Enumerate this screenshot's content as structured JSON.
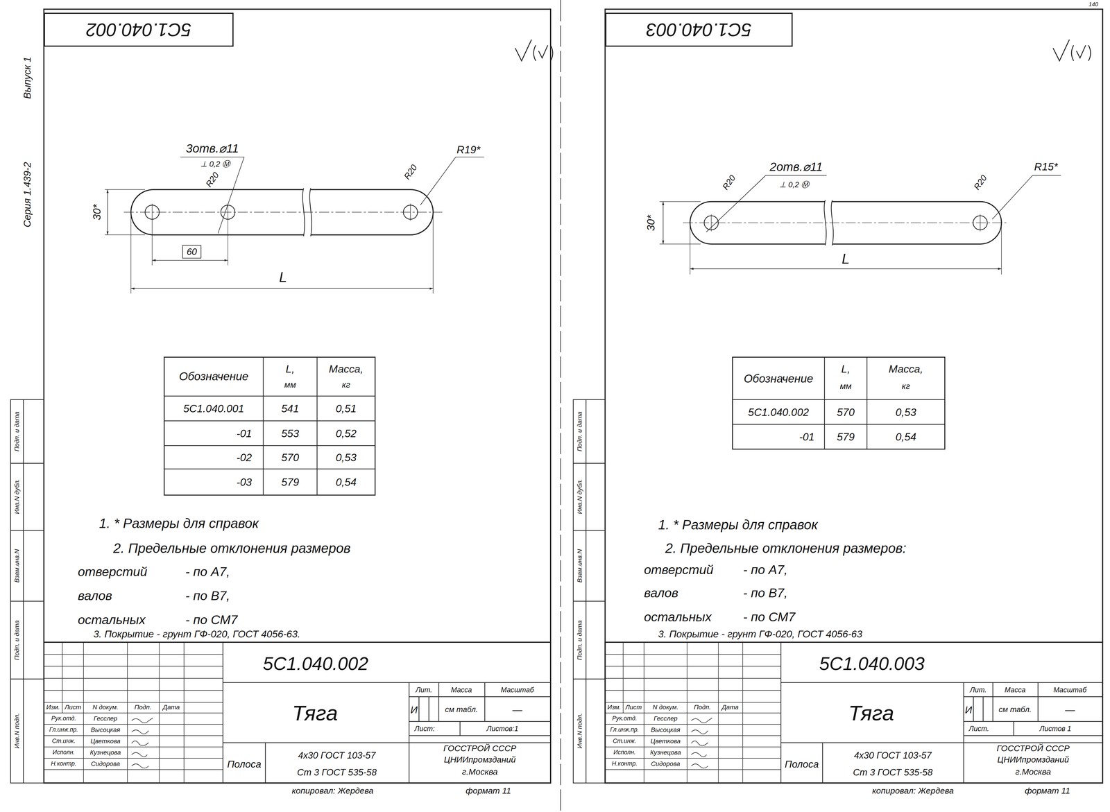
{
  "diagram": {
    "nodes": [
      {
        "text": [
          "5С1.040.002"
        ]
      },
      {
        "text": [
          "5С1.040.003"
        ]
      }
    ],
    "labels": [
      "3отв.⌀11",
      "⊥ 0,2 Ⓜ",
      "R20",
      "R20",
      "R19*",
      "30*",
      "60",
      "L",
      "Обозначение",
      "L,",
      "мм",
      "Масса,",
      "кг",
      "5С1.040.001",
      "541",
      "0,51",
      "-01",
      "553",
      "0,52",
      "-02",
      "570",
      "0,53",
      "-03",
      "579",
      "0,54",
      "1. * Размеры для справок",
      "2. Предельные отклонения размеров",
      "отверстий",
      "- по А7,",
      "валов",
      "- по В7,",
      "остальных",
      "- по СМ7",
      "3. Покрытие - грунт ГФ-020, ГОСТ 4056-63.",
      "5С1.040.002",
      "Изм.",
      "Лист",
      "N докум.",
      "Подп.",
      "Дата",
      "Рук.отд.",
      "Гесслер",
      "Гл.инж.пр.",
      "Высоцкая",
      "Ст.инж.",
      "Цветкова",
      "Исполн.",
      "Кузнецова",
      "Н.контр.",
      "Сидорова",
      "Тяга",
      "Лит.",
      "Масса",
      "Масштаб",
      "И",
      "см табл.",
      "—",
      "Лист:",
      "Листов:1",
      "ГОССТРОЙ СССР",
      "ЦНИИпромзданий",
      "г.Москва",
      "Полоса",
      "4х30 ГОСТ 103-57",
      "Ст 3 ГОСТ 535-58",
      "копировал: Жердева",
      "формат 11",
      "Выпуск 1",
      "Серия 1.439-2",
      "Подп. и дата",
      "Инв.N дубл.",
      "Взам.инв.N",
      "Подп. и дата",
      "Инв.N подл.",
      "2отв.⌀11",
      "⊥ 0,2 Ⓜ",
      "R20",
      "R20",
      "R15*",
      "30*",
      "L",
      "Обозначение",
      "L,",
      "мм",
      "Масса,",
      "кг",
      "5С1.040.002",
      "570",
      "0,53",
      "-01",
      "579",
      "0,54",
      "1. * Размеры для справок",
      "2. Предельные отклонения размеров:",
      "отверстий",
      "- по А7,",
      "валов",
      "- по В7,",
      "остальных",
      "- по СМ7",
      "3. Покрытие - грунт ГФ-020, ГОСТ 4056-63",
      "5С1.040.003",
      "Изм.",
      "Лист",
      "N докум.",
      "Подп.",
      "Дата",
      "Рук.отд.",
      "Гесслер",
      "Гл.инж.пр.",
      "Высоцкая",
      "Ст.инж.",
      "Цветкова",
      "Исполн.",
      "Кузнецова",
      "Н.контр.",
      "Сидорова",
      "Тяга",
      "Лит.",
      "Масса",
      "Масштаб",
      "И",
      "см табл.",
      "—",
      "Лист.",
      "Листов 1",
      "ГОССТРОЙ СССР",
      "ЦНИИпромзданий",
      "г.Москва",
      "Полоса",
      "4х30 ГОСТ 103-57",
      "Ст 3 ГОСТ 535-58",
      "копировал: Жердева",
      "формат 11",
      "Подп. и дата",
      "Инв.N дубл.",
      "Взам.инв.N",
      "Подп. и дата",
      "Инв.N подл.",
      "140"
    ]
  }
}
